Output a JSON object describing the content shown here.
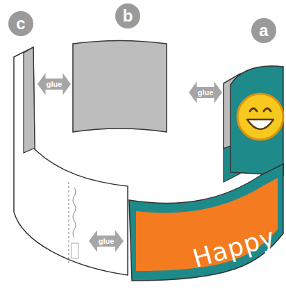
{
  "diagram": {
    "nodes": [
      {
        "text": [
          "c"
        ]
      },
      {
        "text": [
          "b"
        ]
      },
      {
        "text": [
          "a"
        ]
      },
      {
        "text": [
          "glue"
        ]
      },
      {
        "text": [
          "glue"
        ]
      },
      {
        "text": [
          "Happy"
        ]
      },
      {
        "text": [
          "glue"
        ]
      }
    ]
  }
}
